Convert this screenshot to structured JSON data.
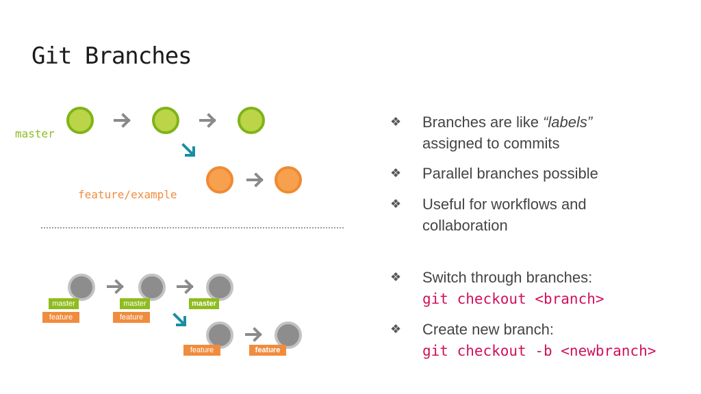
{
  "title": "Git Branches",
  "labels": {
    "master": "master",
    "feature": "feature/example"
  },
  "tags": {
    "master": "master",
    "feature": "feature"
  },
  "bullets": {
    "b1_pre": "Branches are like ",
    "b1_em": "“labels”",
    "b1_post": "assigned to commits",
    "b2": "Parallel branches possible",
    "b3_a": "Useful for workflows and",
    "b3_b": "collaboration",
    "b4": "Switch through branches:",
    "b4_code": "git checkout <branch>",
    "b5": "Create new branch:",
    "b5_code": "git checkout -b <newbranch>"
  },
  "colors": {
    "green": "#bcd448",
    "orange": "#f7a04d",
    "gray": "#8d8d8d",
    "teal": "#1a8ea0",
    "code": "#d0105a"
  }
}
